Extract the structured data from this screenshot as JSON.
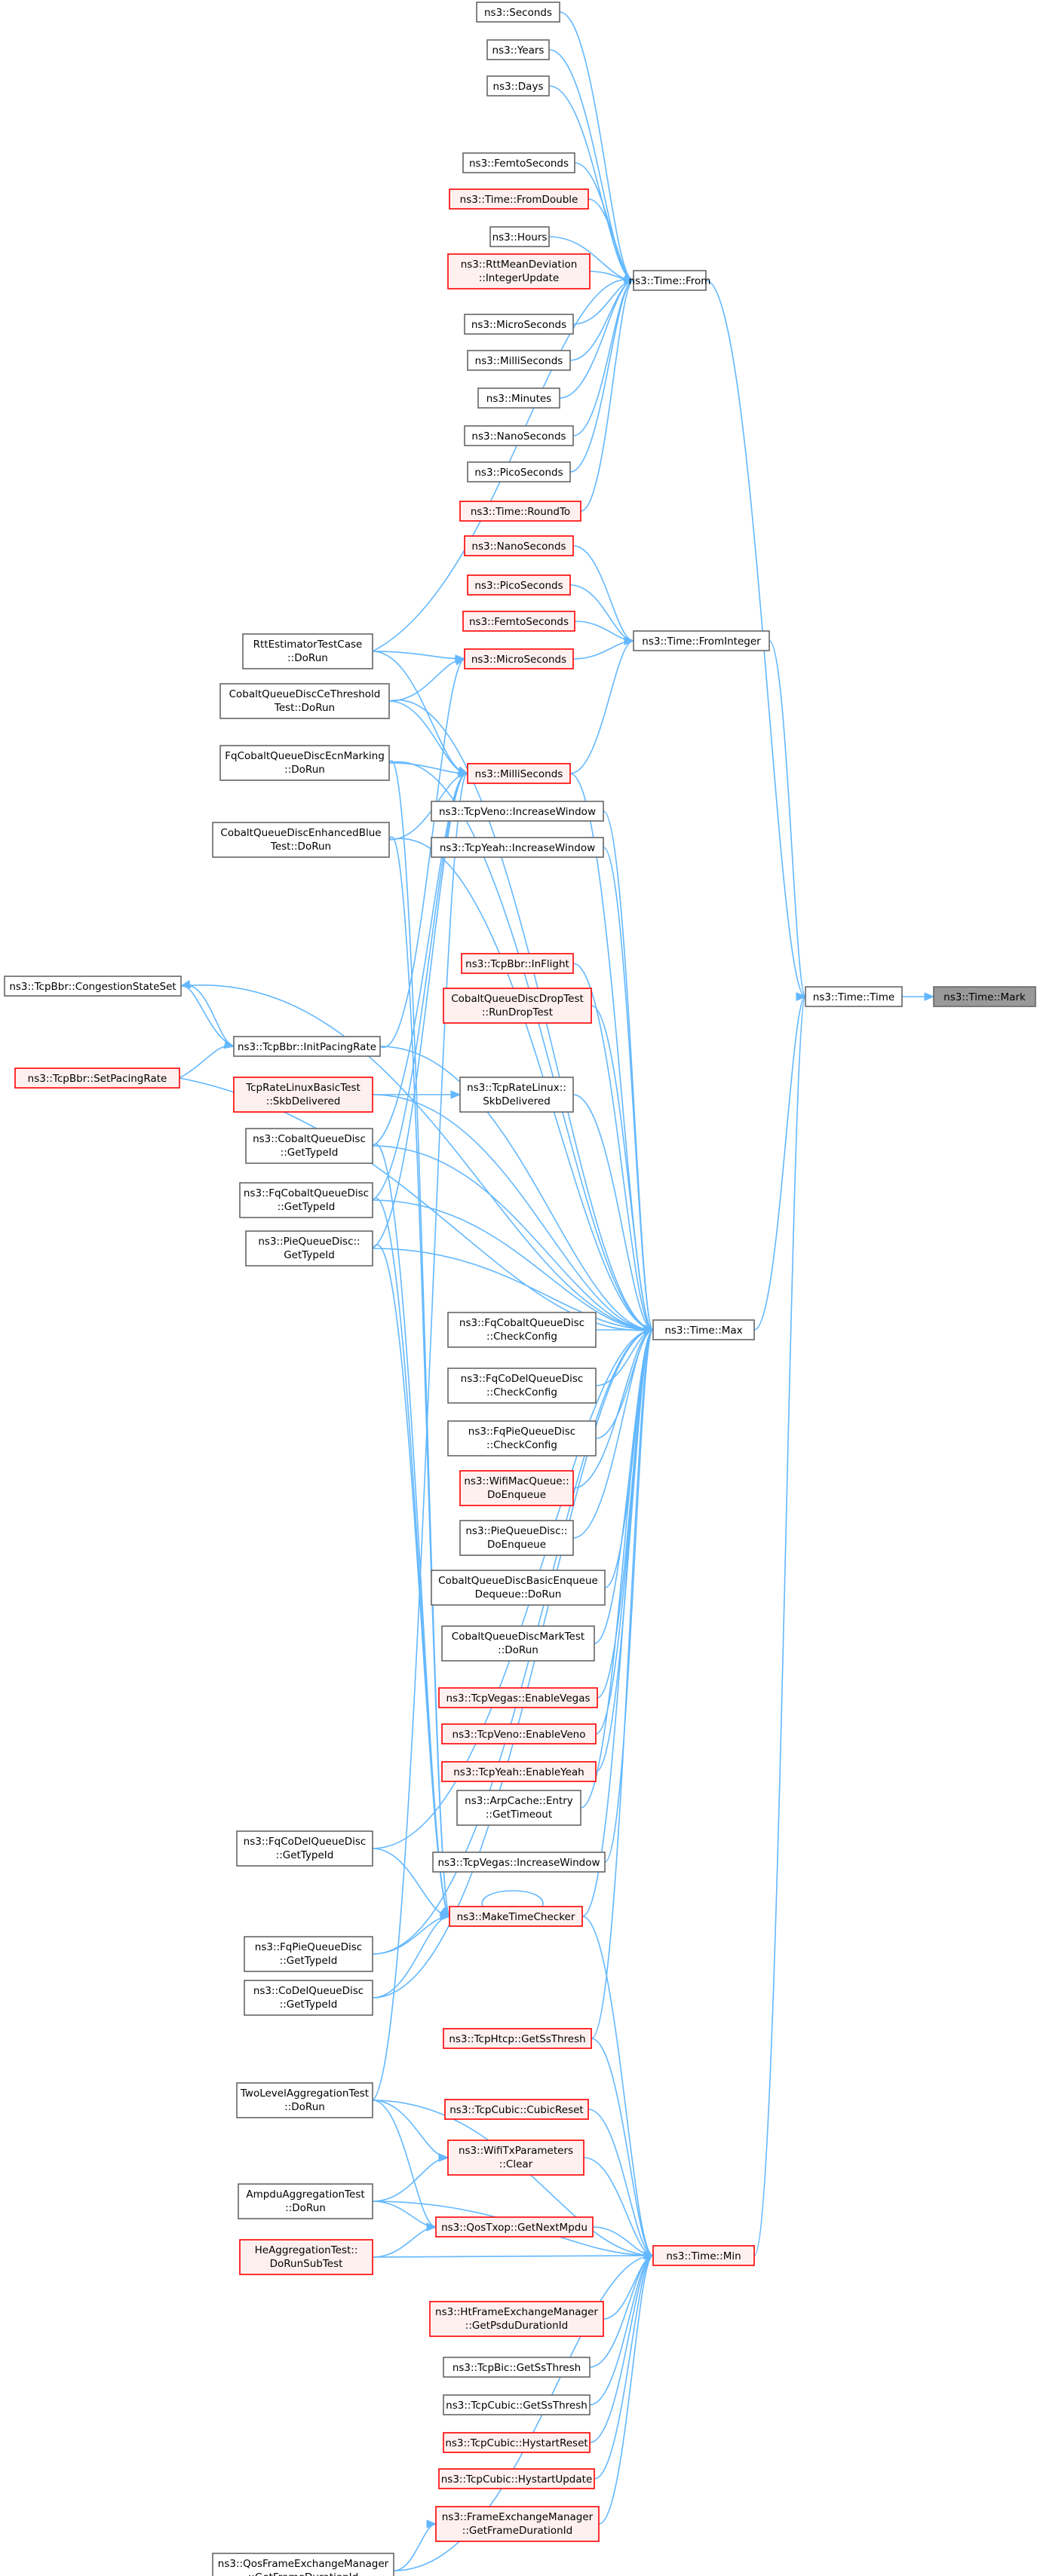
{
  "nodes": {
    "mark": {
      "lines": [
        "ns3::Time::Mark"
      ],
      "style": "gray"
    },
    "time": {
      "lines": [
        "ns3::Time::Time"
      ],
      "style": "plain"
    },
    "from": {
      "lines": [
        "ns3::Time::From"
      ],
      "style": "plain"
    },
    "fromint": {
      "lines": [
        "ns3::Time::FromInteger"
      ],
      "style": "plain"
    },
    "max": {
      "lines": [
        "ns3::Time::Max"
      ],
      "style": "plain"
    },
    "min": {
      "lines": [
        "ns3::Time::Min"
      ],
      "style": "red"
    },
    "seconds": {
      "lines": [
        "ns3::Seconds"
      ],
      "style": "plain"
    },
    "years": {
      "lines": [
        "ns3::Years"
      ],
      "style": "plain"
    },
    "days": {
      "lines": [
        "ns3::Days"
      ],
      "style": "plain"
    },
    "femto1": {
      "lines": [
        "ns3::FemtoSeconds"
      ],
      "style": "plain"
    },
    "fromdouble": {
      "lines": [
        "ns3::Time::FromDouble"
      ],
      "style": "red"
    },
    "hours": {
      "lines": [
        "ns3::Hours"
      ],
      "style": "plain"
    },
    "rttmean": {
      "lines": [
        "ns3::RttMeanDeviation",
        "::IntegerUpdate"
      ],
      "style": "red"
    },
    "micro1": {
      "lines": [
        "ns3::MicroSeconds"
      ],
      "style": "plain"
    },
    "milli1": {
      "lines": [
        "ns3::MilliSeconds"
      ],
      "style": "plain"
    },
    "minutes": {
      "lines": [
        "ns3::Minutes"
      ],
      "style": "plain"
    },
    "nano1": {
      "lines": [
        "ns3::NanoSeconds"
      ],
      "style": "plain"
    },
    "pico1": {
      "lines": [
        "ns3::PicoSeconds"
      ],
      "style": "plain"
    },
    "roundto": {
      "lines": [
        "ns3::Time::RoundTo"
      ],
      "style": "red"
    },
    "nano2": {
      "lines": [
        "ns3::NanoSeconds"
      ],
      "style": "red"
    },
    "pico2": {
      "lines": [
        "ns3::PicoSeconds"
      ],
      "style": "red"
    },
    "femto2": {
      "lines": [
        "ns3::FemtoSeconds"
      ],
      "style": "red"
    },
    "micro2": {
      "lines": [
        "ns3::MicroSeconds"
      ],
      "style": "red"
    },
    "milli2": {
      "lines": [
        "ns3::MilliSeconds"
      ],
      "style": "red"
    },
    "rttest": {
      "lines": [
        "RttEstimatorTestCase",
        "::DoRun"
      ],
      "style": "plain"
    },
    "cobaltce": {
      "lines": [
        "CobaltQueueDiscCeThreshold",
        "Test::DoRun"
      ],
      "style": "plain"
    },
    "fqcobaltecn": {
      "lines": [
        "FqCobaltQueueDiscEcnMarking",
        "::DoRun"
      ],
      "style": "plain"
    },
    "cobaltenh": {
      "lines": [
        "CobaltQueueDiscEnhancedBlue",
        "Test::DoRun"
      ],
      "style": "plain"
    },
    "tcpvenoinc": {
      "lines": [
        "ns3::TcpVeno::IncreaseWindow"
      ],
      "style": "plain"
    },
    "tcpyeahinc": {
      "lines": [
        "ns3::TcpYeah::IncreaseWindow"
      ],
      "style": "plain"
    },
    "congstate": {
      "lines": [
        "ns3::TcpBbr::CongestionStateSet"
      ],
      "style": "plain"
    },
    "inflight": {
      "lines": [
        "ns3::TcpBbr::InFlight"
      ],
      "style": "red"
    },
    "cobaltdrop": {
      "lines": [
        "CobaltQueueDiscDropTest",
        "::RunDropTest"
      ],
      "style": "red"
    },
    "initpacing": {
      "lines": [
        "ns3::TcpBbr::InitPacingRate"
      ],
      "style": "plain"
    },
    "setpacing": {
      "lines": [
        "ns3::TcpBbr::SetPacingRate"
      ],
      "style": "red"
    },
    "tcprltest": {
      "lines": [
        "TcpRateLinuxBasicTest",
        "::SkbDelivered"
      ],
      "style": "red"
    },
    "tcprlskb": {
      "lines": [
        "ns3::TcpRateLinux::",
        "SkbDelivered"
      ],
      "style": "plain"
    },
    "cobaltgt": {
      "lines": [
        "ns3::CobaltQueueDisc",
        "::GetTypeId"
      ],
      "style": "plain"
    },
    "fqcobaltgt": {
      "lines": [
        "ns3::FqCobaltQueueDisc",
        "::GetTypeId"
      ],
      "style": "plain"
    },
    "piegt": {
      "lines": [
        "ns3::PieQueueDisc::",
        "GetTypeId"
      ],
      "style": "plain"
    },
    "fqcobaltcc": {
      "lines": [
        "ns3::FqCobaltQueueDisc",
        "::CheckConfig"
      ],
      "style": "plain"
    },
    "fqcodelcc": {
      "lines": [
        "ns3::FqCoDelQueueDisc",
        "::CheckConfig"
      ],
      "style": "plain"
    },
    "fqpiecc": {
      "lines": [
        "ns3::FqPieQueueDisc",
        "::CheckConfig"
      ],
      "style": "plain"
    },
    "wifienq": {
      "lines": [
        "ns3::WifiMacQueue::",
        "DoEnqueue"
      ],
      "style": "red"
    },
    "pieenq": {
      "lines": [
        "ns3::PieQueueDisc::",
        "DoEnqueue"
      ],
      "style": "plain"
    },
    "cobaltbasic": {
      "lines": [
        "CobaltQueueDiscBasicEnqueue",
        "Dequeue::DoRun"
      ],
      "style": "plain"
    },
    "cobaltmark": {
      "lines": [
        "CobaltQueueDiscMarkTest",
        "::DoRun"
      ],
      "style": "plain"
    },
    "envegas": {
      "lines": [
        "ns3::TcpVegas::EnableVegas"
      ],
      "style": "red"
    },
    "enveno": {
      "lines": [
        "ns3::TcpVeno::EnableVeno"
      ],
      "style": "red"
    },
    "enyeah": {
      "lines": [
        "ns3::TcpYeah::EnableYeah"
      ],
      "style": "red"
    },
    "arpcache": {
      "lines": [
        "ns3::ArpCache::Entry",
        "::GetTimeout"
      ],
      "style": "plain"
    },
    "fqcodelgt": {
      "lines": [
        "ns3::FqCoDelQueueDisc",
        "::GetTypeId"
      ],
      "style": "plain"
    },
    "tcpvegasinc": {
      "lines": [
        "ns3::TcpVegas::IncreaseWindow"
      ],
      "style": "plain"
    },
    "maketime": {
      "lines": [
        "ns3::MakeTimeChecker"
      ],
      "style": "red"
    },
    "fqpiegt": {
      "lines": [
        "ns3::FqPieQueueDisc",
        "::GetTypeId"
      ],
      "style": "plain"
    },
    "codelgt": {
      "lines": [
        "ns3::CoDelQueueDisc",
        "::GetTypeId"
      ],
      "style": "plain"
    },
    "htcp": {
      "lines": [
        "ns3::TcpHtcp::GetSsThresh"
      ],
      "style": "red"
    },
    "twolevel": {
      "lines": [
        "TwoLevelAggregationTest",
        "::DoRun"
      ],
      "style": "plain"
    },
    "cubicreset": {
      "lines": [
        "ns3::TcpCubic::CubicReset"
      ],
      "style": "red"
    },
    "wifitx": {
      "lines": [
        "ns3::WifiTxParameters",
        "::Clear"
      ],
      "style": "red"
    },
    "ampdu": {
      "lines": [
        "AmpduAggregationTest",
        "::DoRun"
      ],
      "style": "plain"
    },
    "qostxop": {
      "lines": [
        "ns3::QosTxop::GetNextMpdu"
      ],
      "style": "red"
    },
    "heagg": {
      "lines": [
        "HeAggregationTest::",
        "DoRunSubTest"
      ],
      "style": "red"
    },
    "htframe": {
      "lines": [
        "ns3::HtFrameExchangeManager",
        "::GetPsduDurationId"
      ],
      "style": "red"
    },
    "bicss": {
      "lines": [
        "ns3::TcpBic::GetSsThresh"
      ],
      "style": "plain"
    },
    "cubicss": {
      "lines": [
        "ns3::TcpCubic::GetSsThresh"
      ],
      "style": "plain"
    },
    "hystreset": {
      "lines": [
        "ns3::TcpCubic::HystartReset"
      ],
      "style": "red"
    },
    "hystupd": {
      "lines": [
        "ns3::TcpCubic::HystartUpdate"
      ],
      "style": "red"
    },
    "frameexch": {
      "lines": [
        "ns3::FrameExchangeManager",
        "::GetFrameDurationId"
      ],
      "style": "red"
    },
    "qosframe": {
      "lines": [
        "ns3::QosFrameExchangeManager",
        "::GetFrameDurationId"
      ],
      "style": "plain"
    }
  }
}
